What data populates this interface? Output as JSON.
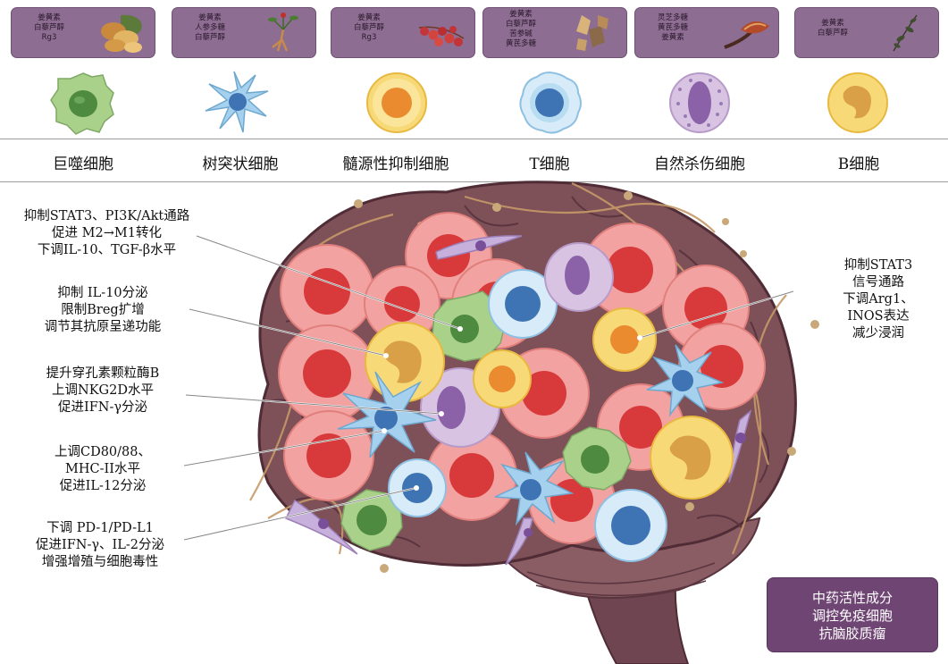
{
  "herb_cards": [
    {
      "lines": [
        "姜黄素",
        "白藜芦醇",
        "Rg3"
      ],
      "icon": "ginseng-root-icon"
    },
    {
      "lines": [
        "姜黄素",
        "人参多糖",
        "白藜芦醇"
      ],
      "icon": "ginseng-plant-icon"
    },
    {
      "lines": [
        "姜黄素",
        "白藜芦醇",
        "Rg3"
      ],
      "icon": "red-berries-icon"
    },
    {
      "lines": [
        "姜黄素",
        "白藜芦醇",
        "苦参碱",
        "黄芪多糖"
      ],
      "icon": "dried-herb-pieces-icon"
    },
    {
      "lines": [
        "灵芝多糖",
        "黄芪多糖",
        "姜黄素"
      ],
      "icon": "lingzhi-mushroom-icon"
    },
    {
      "lines": [
        "姜黄素",
        "白藜芦醇"
      ],
      "icon": "herb-sprig-icon"
    }
  ],
  "cells": [
    {
      "label": "巨噬细胞",
      "icon": "macrophage-icon"
    },
    {
      "label": "树突状细胞",
      "icon": "dendritic-cell-icon"
    },
    {
      "label": "髓源性抑制细胞",
      "icon": "mdsc-icon"
    },
    {
      "label": "T细胞",
      "icon": "t-cell-icon"
    },
    {
      "label": "自然杀伤细胞",
      "icon": "nk-cell-icon"
    },
    {
      "label": "B细胞",
      "icon": "b-cell-icon"
    }
  ],
  "annotations_left": [
    {
      "lines": [
        "抑制STAT3、PI3K/Akt通路",
        "促进 M2→M1转化",
        "下调IL-10、TGF-β水平"
      ]
    },
    {
      "lines": [
        "抑制 IL-10分泌",
        "限制Breg扩增",
        "调节其抗原呈递功能"
      ]
    },
    {
      "lines": [
        "提升穿孔素颗粒酶B",
        "上调NKG2D水平",
        "促进IFN-γ分泌"
      ]
    },
    {
      "lines": [
        "上调CD80/88、",
        "MHC-II水平",
        "促进IL-12分泌"
      ]
    },
    {
      "lines": [
        "下调 PD-1/PD-L1",
        "促进IFN-γ、IL-2分泌",
        "增强增殖与细胞毒性"
      ]
    }
  ],
  "annotation_right": {
    "lines": [
      "抑制STAT3",
      "信号通路",
      "下调Arg1、",
      "INOS表达",
      "减少浸润"
    ]
  },
  "summary": {
    "lines": [
      "中药活性成分",
      "调控免疫细胞",
      "抗脑胶质瘤"
    ]
  },
  "colors": {
    "card_bg": "#8e6d93",
    "summary_bg": "#6f4574",
    "brain": "#7e5058",
    "tumor_outer": "#f2a2a0",
    "tumor_core": "#d83a3c"
  }
}
